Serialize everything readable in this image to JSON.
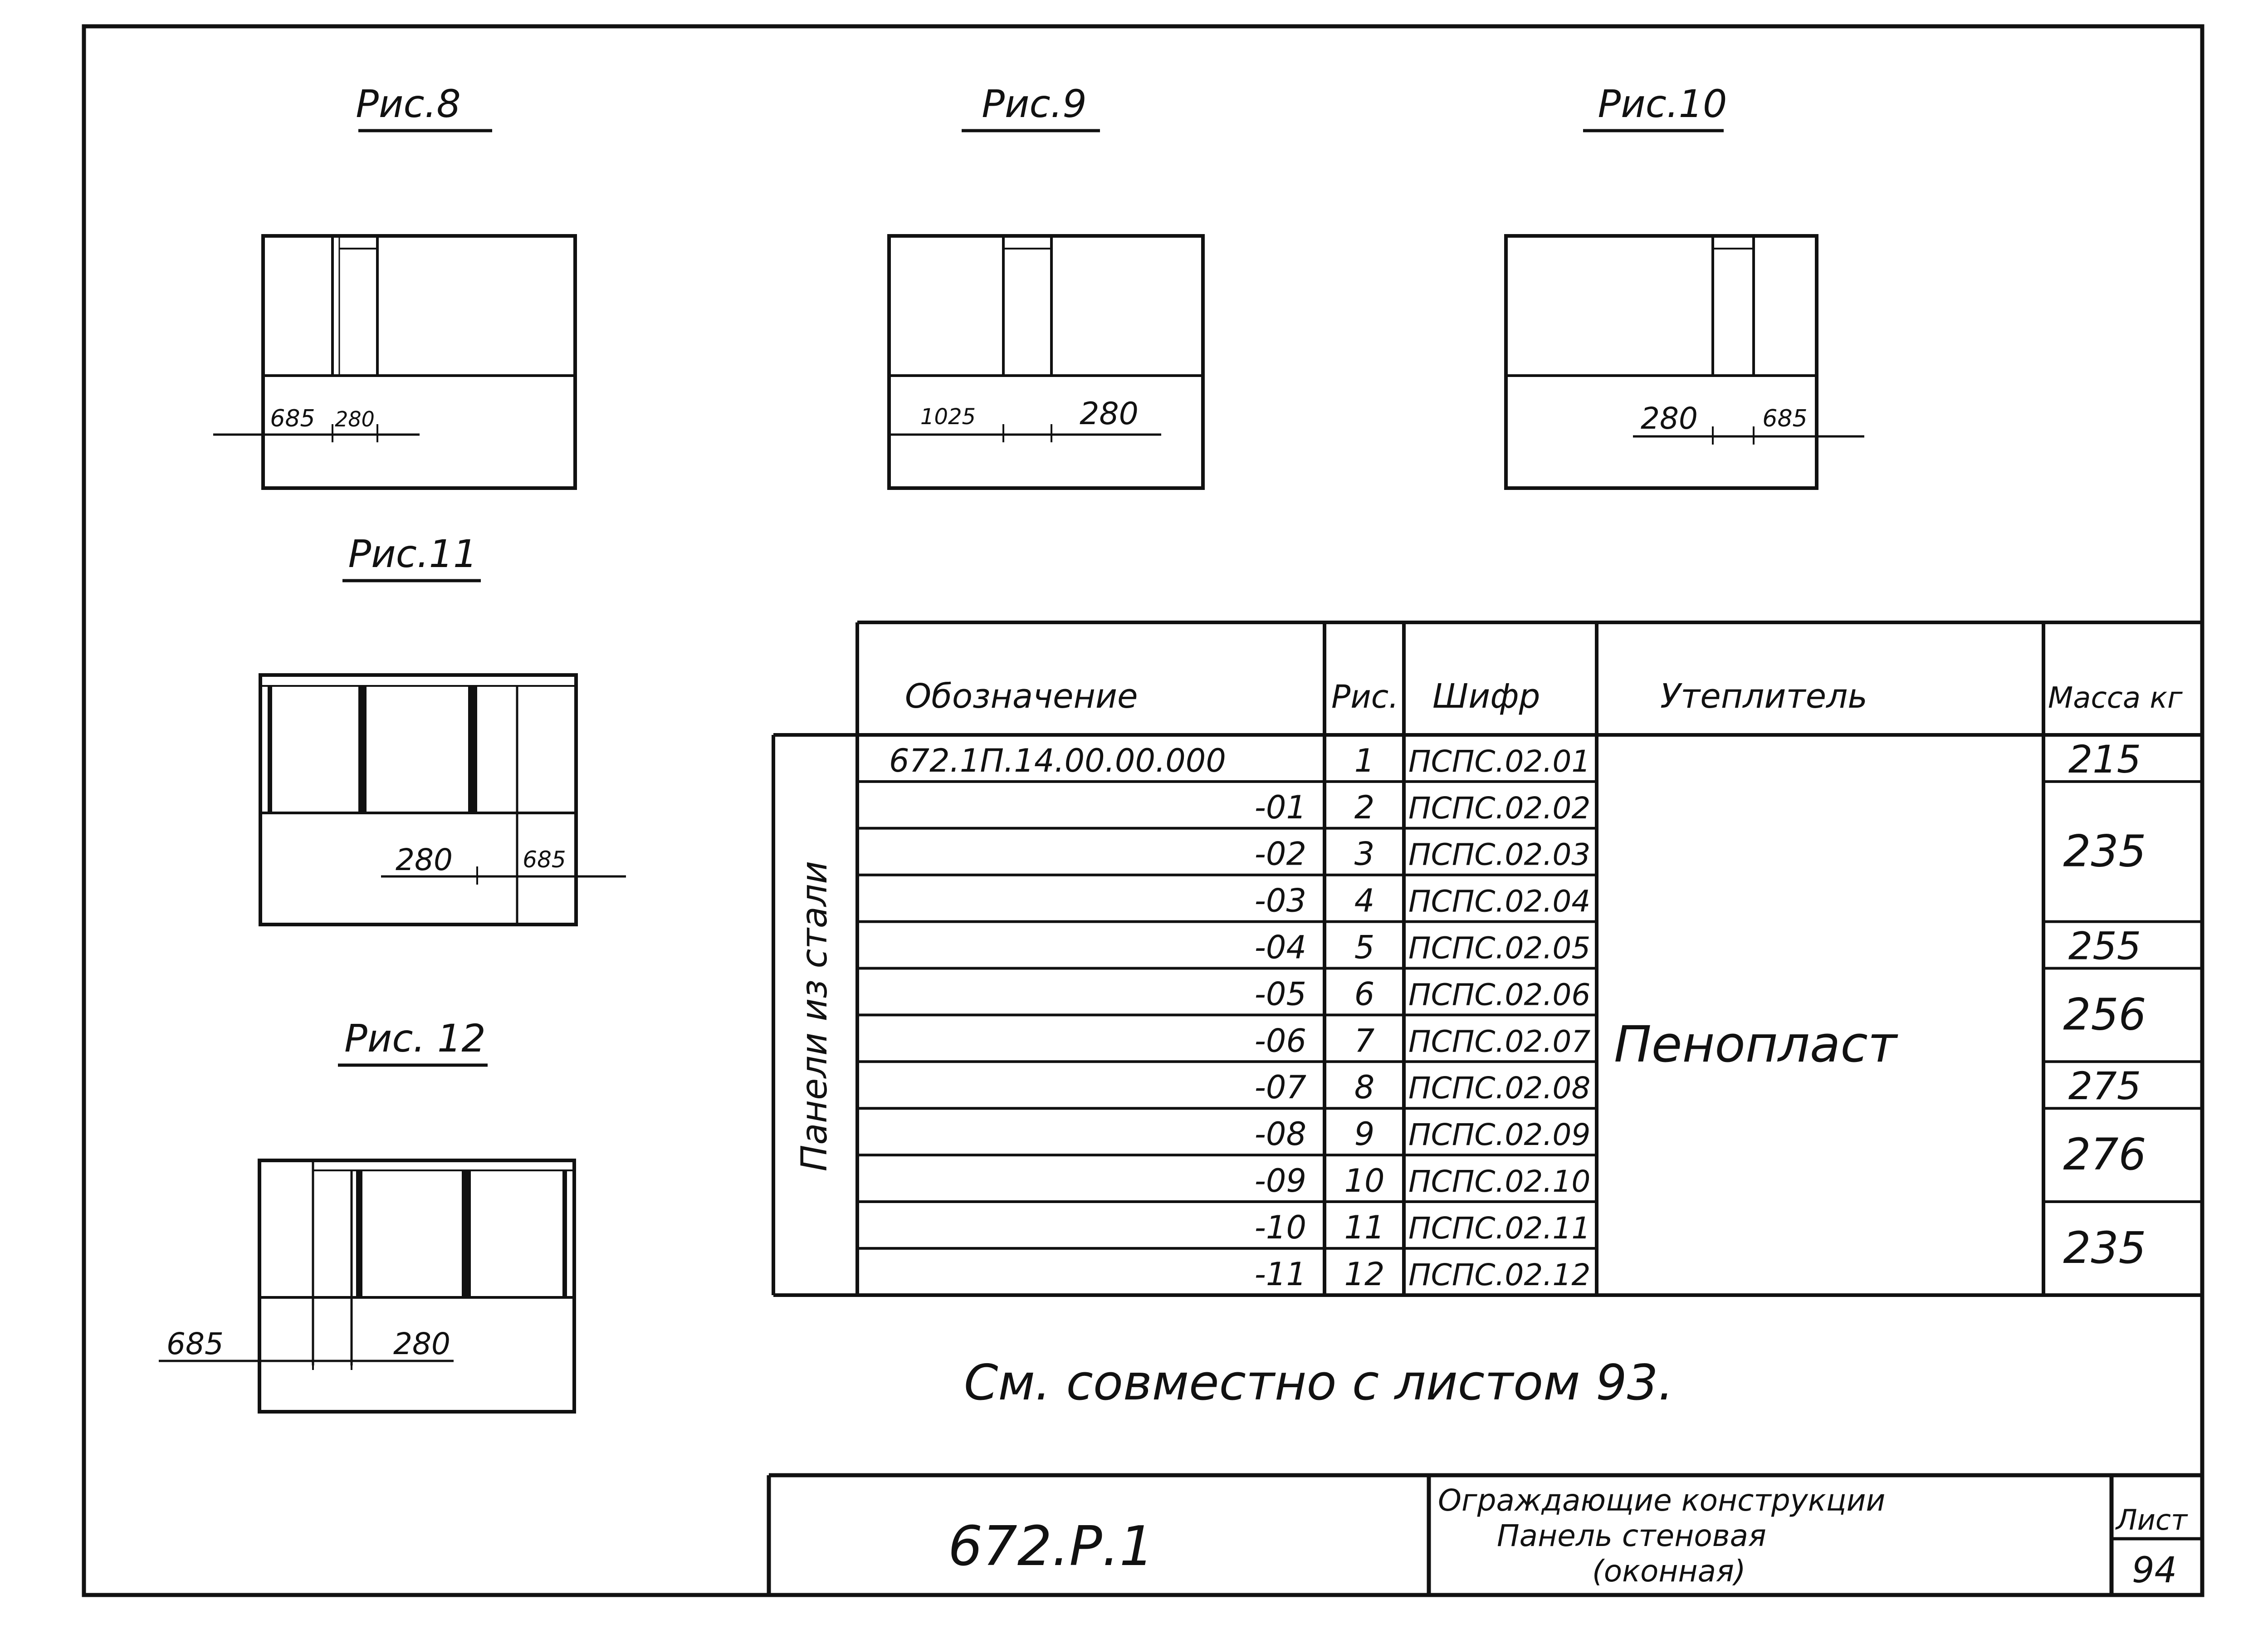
{
  "figures": [
    {
      "id": "fig8",
      "title": "Рис.8",
      "dims": [
        "685",
        "280"
      ]
    },
    {
      "id": "fig9",
      "title": "Рис.9",
      "dims": [
        "1025",
        "280"
      ]
    },
    {
      "id": "fig10",
      "title": "Рис.10",
      "dims": [
        "280",
        "685"
      ]
    },
    {
      "id": "fig11",
      "title": "Рис.11",
      "dims": [
        "280",
        "685"
      ]
    },
    {
      "id": "fig12",
      "title": "Рис. 12",
      "dims": [
        "685",
        "280"
      ]
    }
  ],
  "table": {
    "headers": {
      "designation": "Обозначение",
      "fig": "Рис.",
      "code": "Шифр",
      "insulation": "Утеплитель",
      "mass": "Масса кг"
    },
    "group_label": "Панели из стали",
    "rows": [
      {
        "designation": "672.1П.14.00.00.000",
        "fig": "1",
        "code": "ПСПС.02.01"
      },
      {
        "designation": "-01",
        "fig": "2",
        "code": "ПСПС.02.02"
      },
      {
        "designation": "-02",
        "fig": "3",
        "code": "ПСПС.02.03"
      },
      {
        "designation": "-03",
        "fig": "4",
        "code": "ПСПС.02.04"
      },
      {
        "designation": "-04",
        "fig": "5",
        "code": "ПСПС.02.05"
      },
      {
        "designation": "-05",
        "fig": "6",
        "code": "ПСПС.02.06"
      },
      {
        "designation": "-06",
        "fig": "7",
        "code": "ПСПС.02.07"
      },
      {
        "designation": "-07",
        "fig": "8",
        "code": "ПСПС.02.08"
      },
      {
        "designation": "-08",
        "fig": "9",
        "code": "ПСПС.02.09"
      },
      {
        "designation": "-09",
        "fig": "10",
        "code": "ПСПС.02.10"
      },
      {
        "designation": "-10",
        "fig": "11",
        "code": "ПСПС.02.11"
      },
      {
        "designation": "-11",
        "fig": "12",
        "code": "ПСПС.02.12"
      }
    ],
    "insulation_value": "Пенопласт",
    "mass_groups": [
      {
        "value": "215",
        "rows": 1
      },
      {
        "value": "235",
        "rows": 3
      },
      {
        "value": "255",
        "rows": 1
      },
      {
        "value": "256",
        "rows": 2
      },
      {
        "value": "275",
        "rows": 1
      },
      {
        "value": "276",
        "rows": 2
      },
      {
        "value": "235",
        "rows": 2
      }
    ]
  },
  "note": "См. совместно с листом 93.",
  "title_block": {
    "doc_code": "672.Р.1",
    "description": [
      "Ограждающие конструкции",
      "Панель стеновая",
      "(оконная)"
    ],
    "sheet_label": "Лист",
    "sheet_number": "94"
  },
  "colors": {
    "ink": "#111111",
    "paper": "#ffffff"
  }
}
